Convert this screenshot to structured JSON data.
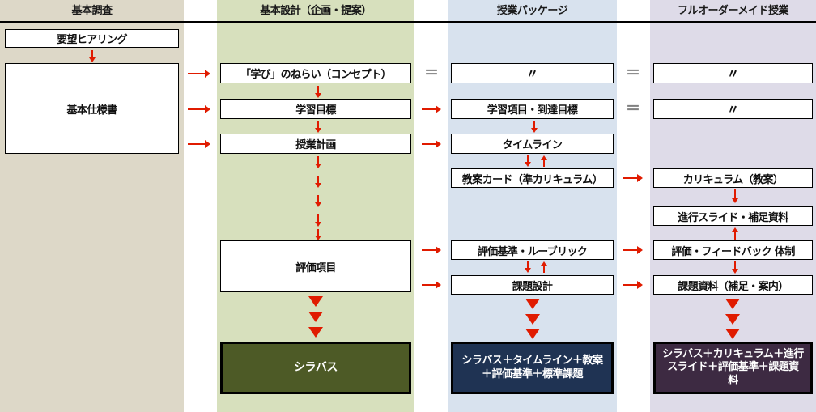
{
  "columns": [
    {
      "id": "basic-survey",
      "title": "基本調査",
      "band_color": "#ddd8c8",
      "boxes": [
        {
          "name": "requirement-hearing",
          "label": "要望ヒアリング"
        },
        {
          "name": "basic-specification",
          "label": "基本仕様書"
        }
      ]
    },
    {
      "id": "basic-design",
      "title": "基本設計（企画・提案）",
      "band_color": "#d7e0bd",
      "boxes": [
        {
          "name": "learning-concept",
          "label": "「学び」のねらい（コンセプト）"
        },
        {
          "name": "learning-goal",
          "label": "学習目標"
        },
        {
          "name": "lesson-plan",
          "label": "授業計画"
        },
        {
          "name": "evaluation-item",
          "label": "評価項目"
        }
      ],
      "result": {
        "name": "syllabus",
        "label": "シラバス",
        "color": "#4d5a26"
      }
    },
    {
      "id": "lesson-package",
      "title": "授業パッケージ",
      "band_color": "#d8e2ee",
      "boxes": [
        {
          "name": "concept-ditto",
          "label": "〃"
        },
        {
          "name": "learning-items-goals",
          "label": "学習項目・到達目標"
        },
        {
          "name": "timeline",
          "label": "タイムライン"
        },
        {
          "name": "lesson-plan-card",
          "label": "教案カード（準カリキュラム）"
        },
        {
          "name": "evaluation-rubric",
          "label": "評価基準・ルーブリック"
        },
        {
          "name": "assignment-design",
          "label": "課題設計"
        }
      ],
      "result": {
        "name": "package-result",
        "line1": "シラバス＋タイムライン＋教案",
        "line2": "＋評価基準＋標準課題",
        "color": "#1f3353"
      }
    },
    {
      "id": "full-custom-lesson",
      "title": "フルオーダーメイド授業",
      "band_color": "#dedbe8",
      "boxes": [
        {
          "name": "concept-ditto-2",
          "label": "〃"
        },
        {
          "name": "goals-ditto",
          "label": "〃"
        },
        {
          "name": "curriculum",
          "label": "カリキュラム（教案）"
        },
        {
          "name": "progress-slides",
          "label": "進行スライド・補足資料"
        },
        {
          "name": "feedback-system",
          "label": "評価・フィードバック 体制"
        },
        {
          "name": "assignment-materials",
          "label": "課題資料（補足・案内）"
        }
      ],
      "result": {
        "name": "full-custom-result",
        "line1": "シラバス＋カリキュラム＋進行",
        "line2": "スライド＋評価基準＋課題資",
        "line3": "料",
        "color": "#3d2a42"
      }
    }
  ],
  "symbols": {
    "equals": "＝",
    "arrow_color": "#e01b00",
    "equals_color": "#808080"
  }
}
